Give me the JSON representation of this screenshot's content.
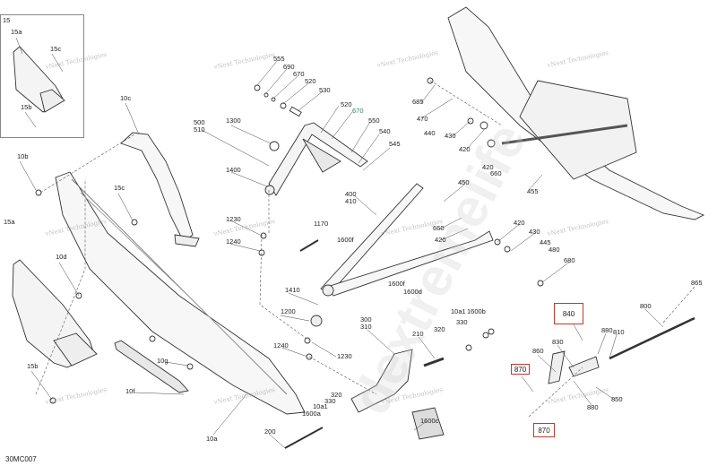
{
  "diagram": {
    "code": "30MC007",
    "inset_label": "15",
    "watermark": "vNext Technologies",
    "site_watermark": "dextremelife",
    "labels": [
      "15a",
      "15c",
      "15b",
      "10c",
      "10b",
      "15c",
      "15a",
      "10d",
      "15b",
      "10g",
      "10f",
      "10a",
      "200",
      "1600a",
      "10a1",
      "330",
      "320",
      "1240",
      "1230",
      "1200",
      "1410",
      "1600f",
      "1600d",
      "1170",
      "1600f",
      "1240",
      "1230",
      "300",
      "310",
      "210",
      "320",
      "330",
      "10a1",
      "1600b",
      "1600c",
      "555",
      "690",
      "670",
      "520",
      "530",
      "520",
      "670",
      "550",
      "540",
      "545",
      "500",
      "510",
      "1300",
      "1400",
      "400",
      "410",
      "685",
      "470",
      "430",
      "420",
      "440",
      "420",
      "660",
      "455",
      "450",
      "660",
      "420",
      "420",
      "430",
      "445",
      "480",
      "680",
      "865",
      "800",
      "880",
      "810",
      "830",
      "860",
      "880",
      "850"
    ],
    "highlighted": [
      "840",
      "870",
      "870"
    ]
  }
}
